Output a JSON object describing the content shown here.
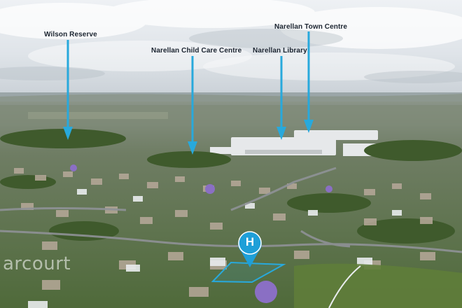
{
  "annotations": [
    {
      "id": "wilson",
      "text": "Wilson Reserve"
    },
    {
      "id": "childcare",
      "text": "Narellan Child Care Centre"
    },
    {
      "id": "library",
      "text": "Narellan Library"
    },
    {
      "id": "towncentre",
      "text": "Narellan Town Centre"
    }
  ],
  "property_marker": {
    "letter": "H"
  },
  "watermark": {
    "text": "arcourt"
  },
  "colors": {
    "arrow": "#28a9dc",
    "marker": "#1e9fd8",
    "label_text": "#1b2430"
  }
}
